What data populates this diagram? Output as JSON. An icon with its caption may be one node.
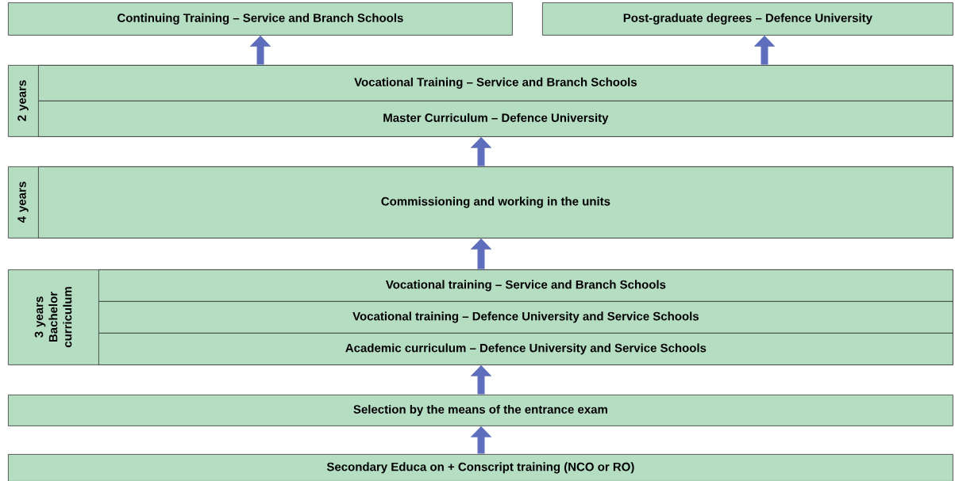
{
  "diagram": {
    "nodes": [
      {
        "text": [
          "Continuing Training – Service and Branch Schools"
        ]
      },
      {
        "text": [
          "Post-graduate degrees – Defence University"
        ]
      },
      {
        "text": [
          "2 years"
        ]
      },
      {
        "text": [
          "Vocational Training – Service and Branch Schools"
        ],
        "in": 2
      },
      {
        "text": [
          "Master Curriculum – Defence University"
        ],
        "in": 2
      },
      {
        "text": [
          "4 years"
        ]
      },
      {
        "text": [
          "Commissioning and working in the units"
        ],
        "in": 5
      },
      {
        "text": [
          "3 years Bachelor curriculum"
        ]
      },
      {
        "text": [
          "Vocational training – Service and Branch Schools"
        ],
        "in": 7
      },
      {
        "text": [
          "Vocational training – Defence University and Service Schools"
        ],
        "in": 7
      },
      {
        "text": [
          "Academic curriculum – Defence University and Service Schools"
        ],
        "in": 7
      },
      {
        "text": [
          "Selection by the means of the entrance exam"
        ]
      },
      {
        "text": [
          "Secondary Educa on + Conscript training (NCO or RO)"
        ]
      }
    ],
    "edges": [
      {
        "from": 12,
        "to": 11,
        "arrow": "to"
      },
      {
        "from": 11,
        "to": 7,
        "arrow": "to"
      },
      {
        "from": 7,
        "to": 5,
        "arrow": "to"
      },
      {
        "from": 5,
        "to": 2,
        "arrow": "to"
      },
      {
        "from": 2,
        "to": 0,
        "arrow": "to"
      },
      {
        "from": 2,
        "to": 1,
        "arrow": "to"
      }
    ]
  }
}
